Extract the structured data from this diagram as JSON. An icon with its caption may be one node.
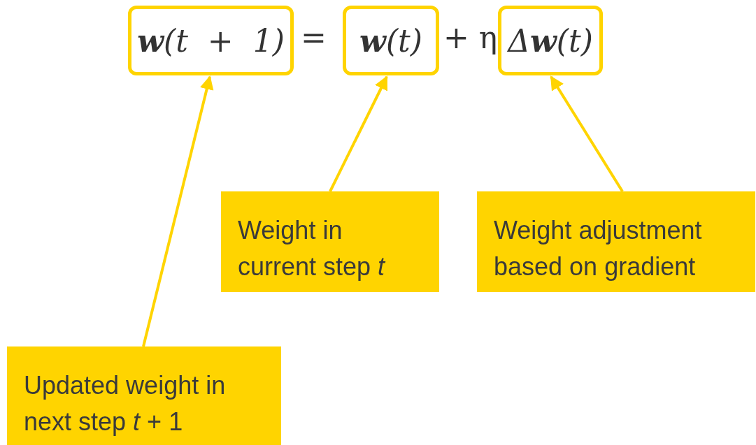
{
  "diagram": {
    "nodes": [
      {
        "text": [
          "**w**(t  +  1)"
        ]
      },
      {
        "text": [
          "**w**(t)"
        ]
      },
      {
        "text": [
          "Δ**w**(t)"
        ]
      },
      {
        "text": [
          "Updated weight in next step *t* + 1"
        ]
      },
      {
        "text": [
          "Weight in current step *t*"
        ]
      },
      {
        "text": [
          "Weight adjustment based on gradient"
        ]
      }
    ],
    "edges": [
      {
        "from": 3,
        "to": 0,
        "arrow": "to"
      },
      {
        "from": 4,
        "to": 1,
        "arrow": "to"
      },
      {
        "from": 5,
        "to": 2,
        "arrow": "to"
      }
    ],
    "labels": [
      "=",
      "+ η"
    ]
  }
}
